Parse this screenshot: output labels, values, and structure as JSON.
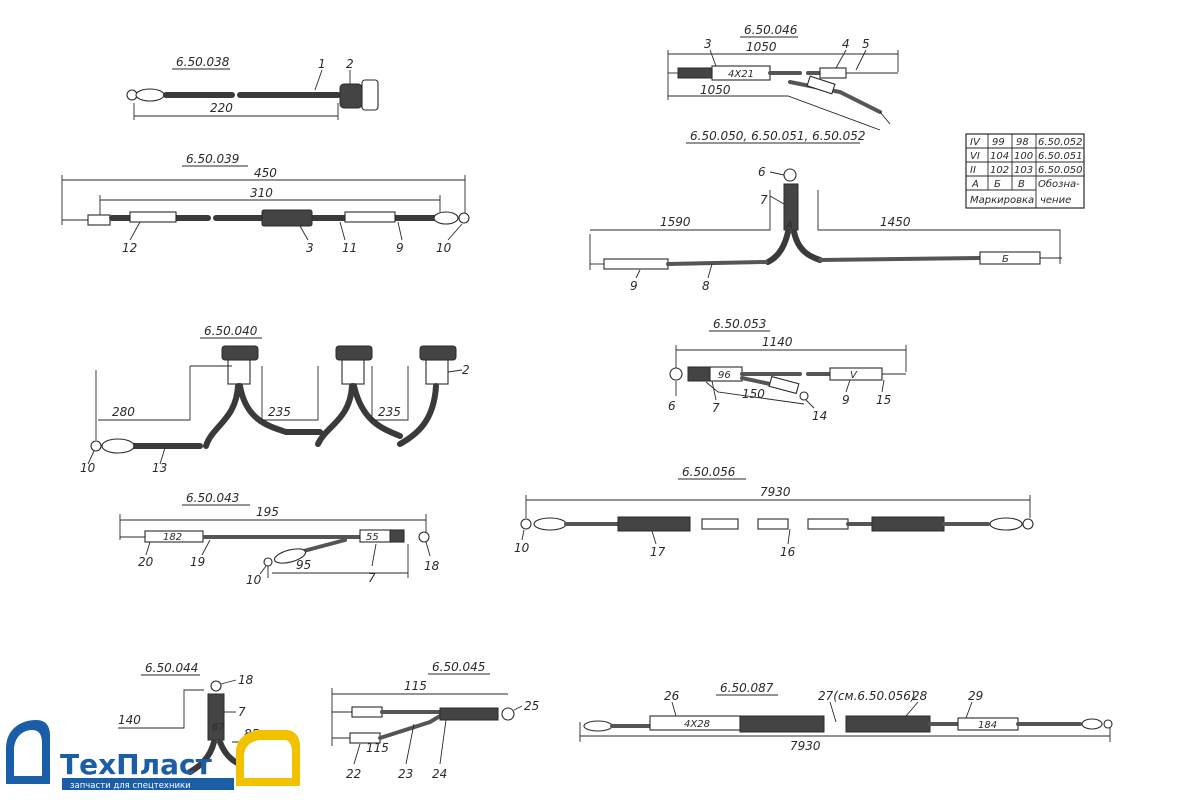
{
  "assemblies": [
    {
      "code": "6.50.038",
      "dims": [
        "220"
      ],
      "parts": [
        "1",
        "2"
      ]
    },
    {
      "code": "6.50.039",
      "dims": [
        "450",
        "310"
      ],
      "parts": [
        "12",
        "3",
        "11",
        "9",
        "10"
      ]
    },
    {
      "code": "6.50.040",
      "dims": [
        "280",
        "235",
        "235"
      ],
      "parts": [
        "2",
        "10",
        "13"
      ]
    },
    {
      "code": "6.50.043",
      "dims": [
        "195",
        "95"
      ],
      "parts": [
        "20",
        "19",
        "10",
        "7",
        "18"
      ],
      "marks": [
        "182",
        "55"
      ]
    },
    {
      "code": "6.50.044",
      "dims": [
        "140",
        "85"
      ],
      "parts": [
        "18",
        "7"
      ],
      "marks": [
        "67"
      ]
    },
    {
      "code": "6.50.045",
      "dims": [
        "115",
        "115"
      ],
      "parts": [
        "25",
        "22",
        "23",
        "24"
      ]
    },
    {
      "code": "6.50.046",
      "dims": [
        "1050",
        "1050"
      ],
      "parts": [
        "3",
        "4",
        "5"
      ],
      "marks": [
        "4X21"
      ]
    },
    {
      "code": "6.50.050, 6.50.051, 6.50.052",
      "dims": [
        "1590",
        "1450"
      ],
      "parts": [
        "6",
        "7",
        "9",
        "8"
      ],
      "marks": [
        "А",
        "Б"
      ]
    },
    {
      "code": "6.50.053",
      "dims": [
        "1140",
        "150"
      ],
      "parts": [
        "6",
        "7",
        "14",
        "9",
        "15"
      ],
      "marks": [
        "96",
        "V"
      ]
    },
    {
      "code": "6.50.056",
      "dims": [
        "7930"
      ],
      "parts": [
        "10",
        "17",
        "16"
      ]
    },
    {
      "code": "6.50.087",
      "dims": [
        "7930"
      ],
      "parts": [
        "26",
        "27(см.6.50.056)",
        "28",
        "29"
      ],
      "marks": [
        "4X28",
        "184"
      ]
    }
  ],
  "marking_table": {
    "rows": [
      [
        "IV",
        "99",
        "98",
        "6.50.052"
      ],
      [
        "VI",
        "104",
        "100",
        "6.50.051"
      ],
      [
        "II",
        "102",
        "103",
        "6.50.050"
      ],
      [
        "А",
        "Б",
        "В",
        "Обозна-"
      ]
    ],
    "footer_left": "Маркировка",
    "footer_right": "чение"
  },
  "logo": {
    "name": "ТехПласт",
    "tagline": "запчасти для спецтехники",
    "colors": {
      "primary": "#1b5ea8",
      "accent": "#f2c200"
    }
  }
}
